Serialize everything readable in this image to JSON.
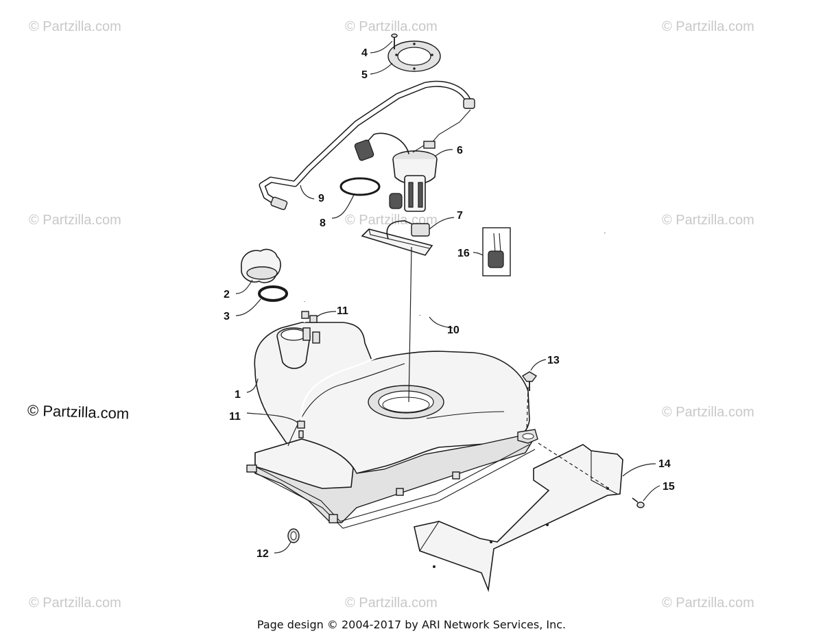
{
  "watermarks": {
    "text": "© Partzilla.com",
    "main_text": "© Partzilla.com"
  },
  "callouts": [
    "1",
    "2",
    "3",
    "4",
    "5",
    "6",
    "7",
    "8",
    "9",
    "10",
    "11",
    "11",
    "12",
    "13",
    "14",
    "15",
    "16"
  ],
  "footer": {
    "text": "Page design © 2004-2017 by ARI Network Services, Inc."
  }
}
